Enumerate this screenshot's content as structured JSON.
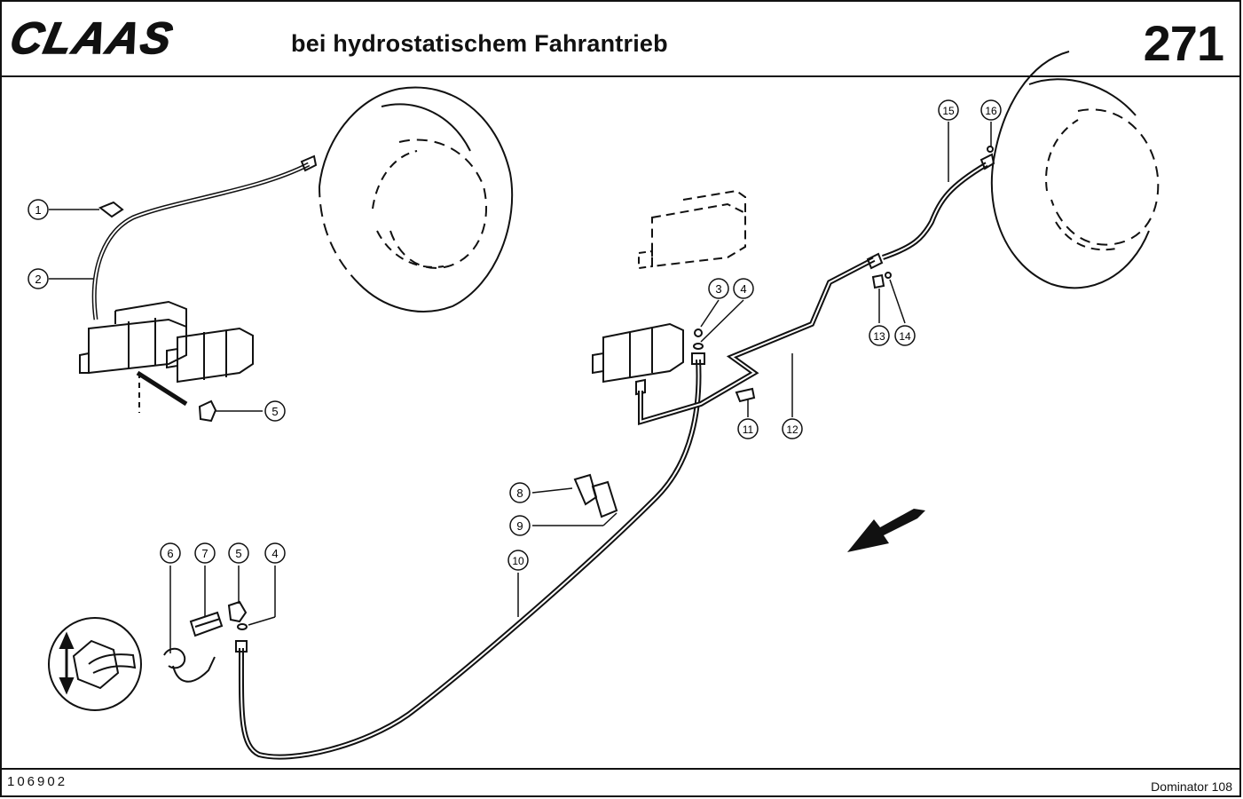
{
  "header": {
    "brand": "CLAAS",
    "title": "bei hydrostatischem Fahrantrieb",
    "page_number": "271"
  },
  "footer": {
    "drawing_number": "106902",
    "model": "Dominator 108"
  },
  "callouts": [
    "1",
    "2",
    "3",
    "4",
    "5",
    "6",
    "7",
    "5",
    "4",
    "8",
    "9",
    "10",
    "11",
    "12",
    "13",
    "14",
    "15",
    "16"
  ]
}
